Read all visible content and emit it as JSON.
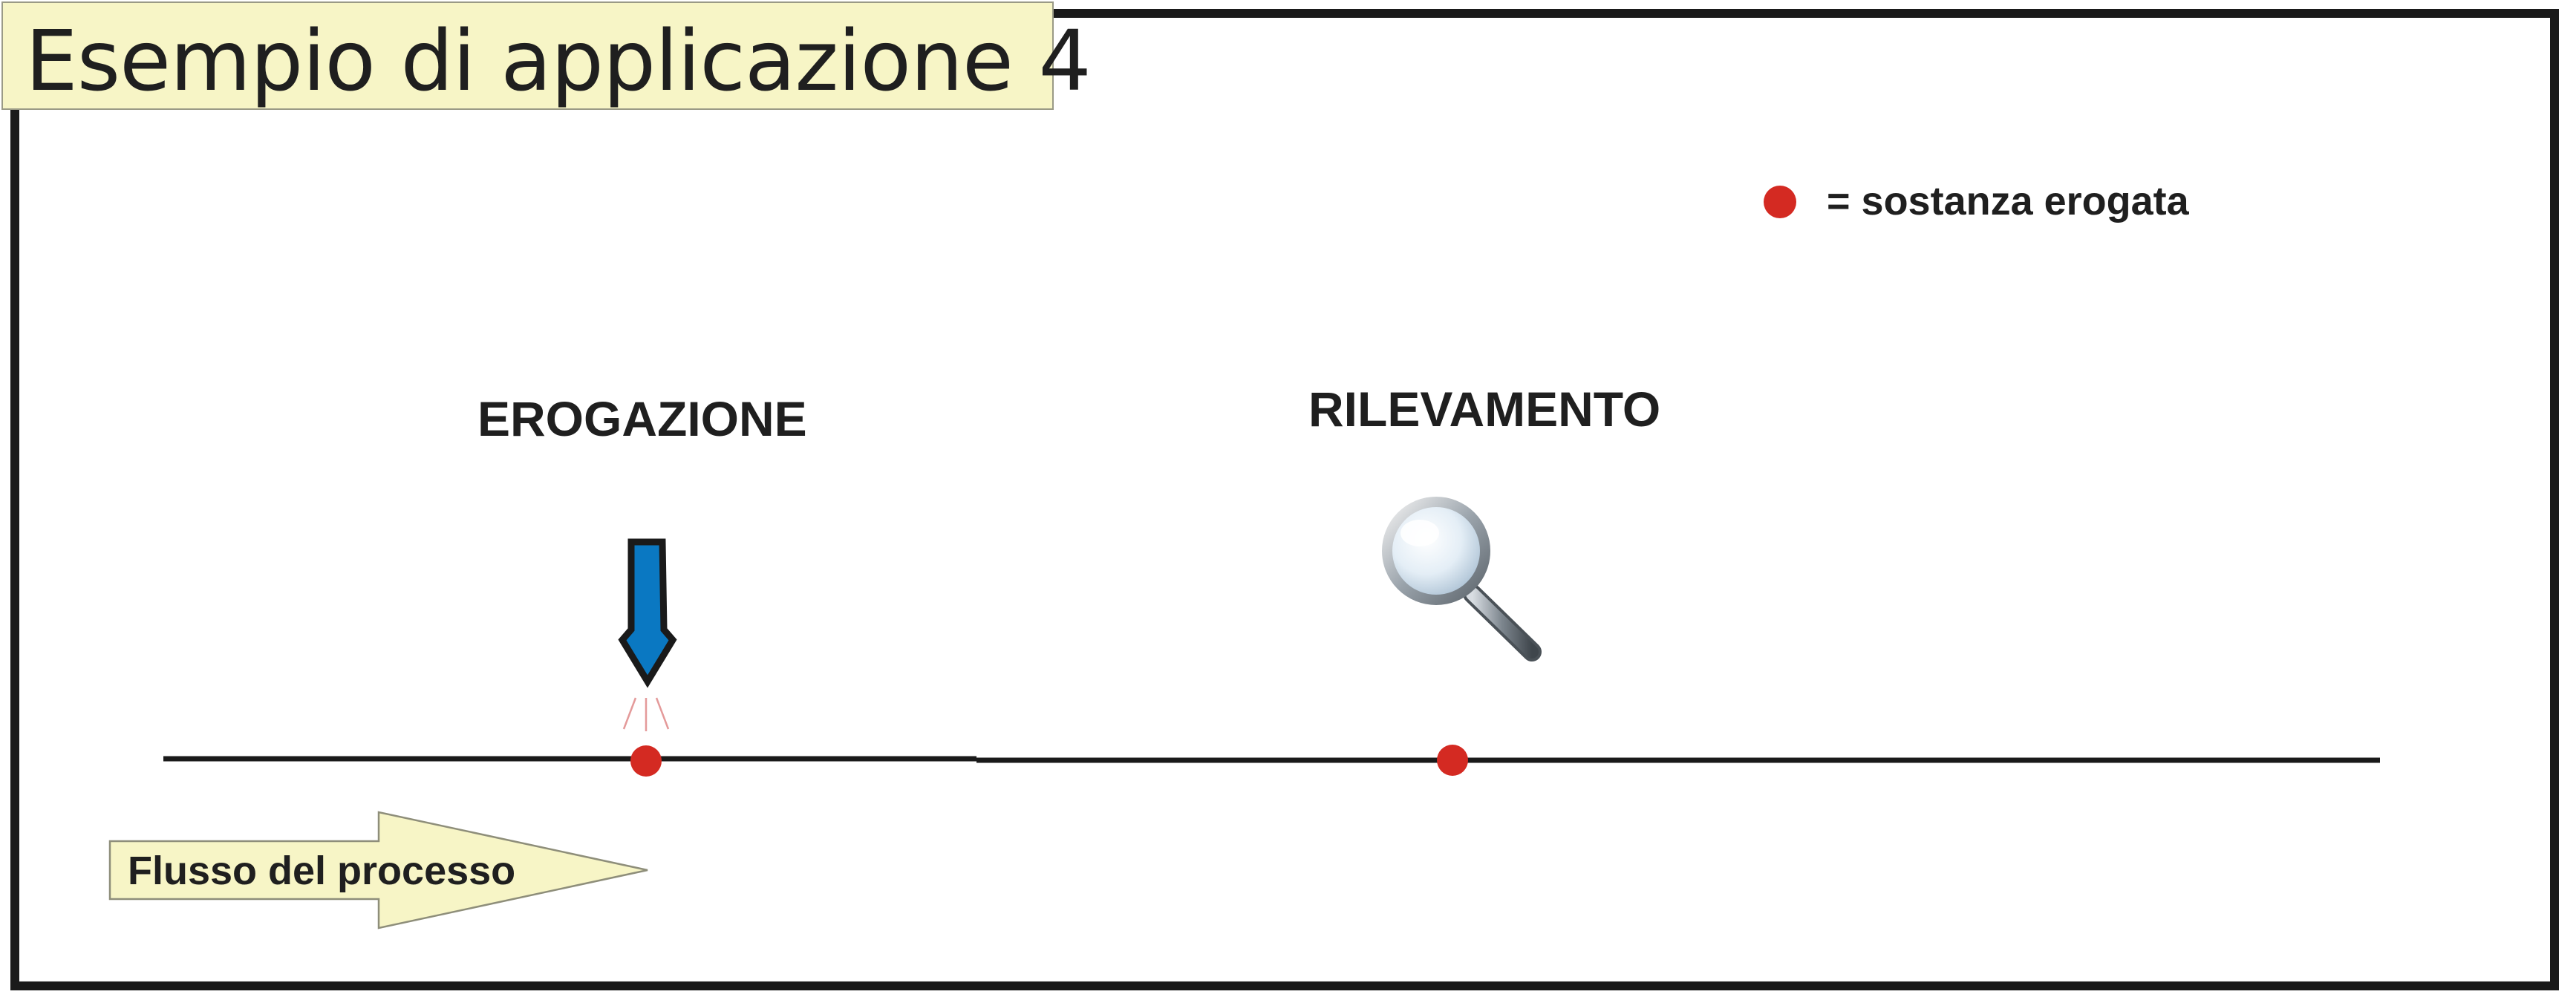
{
  "title": "Esempio di applicazione 4",
  "legend": {
    "text": "= sostanza erogata",
    "marker_color": "#d42a22"
  },
  "stations": {
    "dispensing": {
      "label": "EROGAZIONE",
      "icon": "dispenser-nozzle-icon",
      "color": "#0a78c2"
    },
    "detection": {
      "label": "RILEVAMENTO",
      "icon": "magnifying-glass-icon"
    }
  },
  "flow": {
    "label": "Flusso del processo",
    "arrow_color": "#f7f5c6"
  },
  "colors": {
    "title_background": "#f7f5c6",
    "line": "#1a1a1a",
    "dot": "#d42a22"
  }
}
